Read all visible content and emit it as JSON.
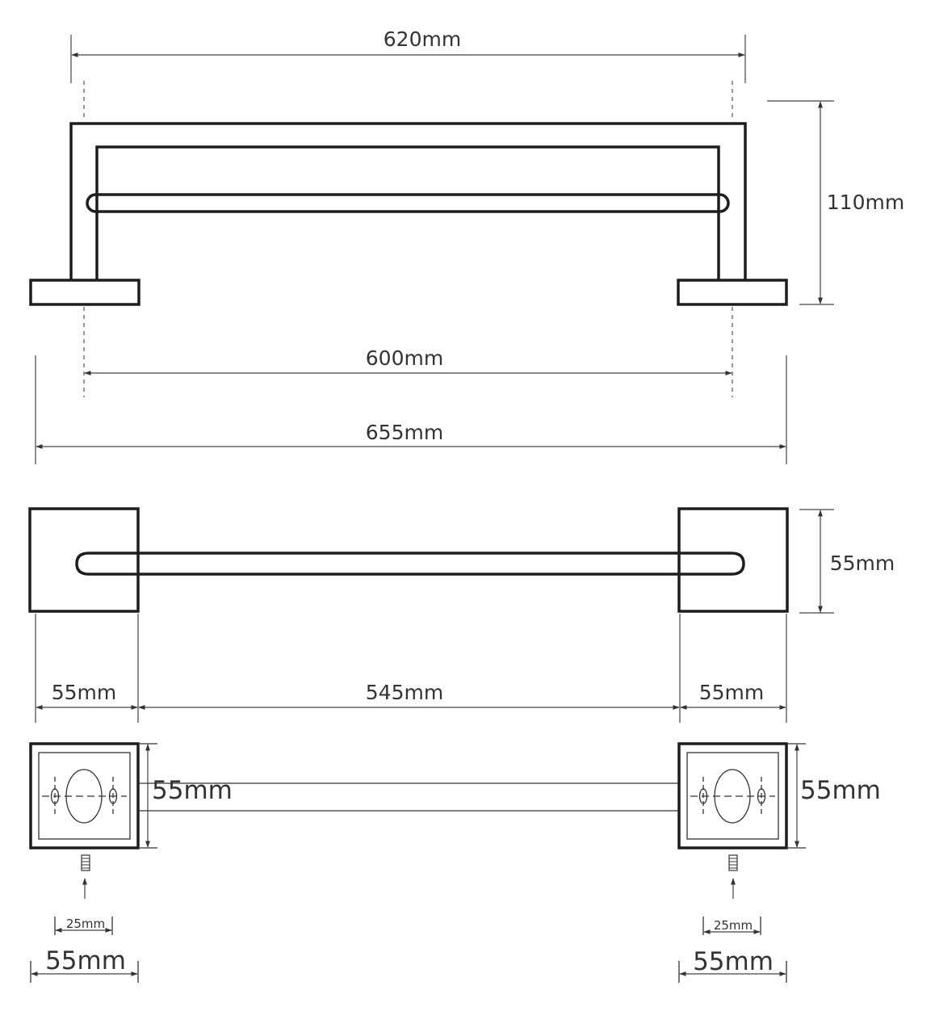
{
  "top_view": {
    "dim_overall_bar": "620mm",
    "dim_height": "110mm",
    "dim_centers": "600mm",
    "dim_total": "655mm"
  },
  "front_view": {
    "dim_plate_height": "55mm",
    "dim_left_plate": "55mm",
    "dim_span": "545mm",
    "dim_right_plate": "55mm"
  },
  "wall_view": {
    "left_plate_height": "55mm",
    "right_plate_height": "55mm",
    "left_screw_spacing": "25mm",
    "right_screw_spacing": "25mm",
    "left_plate_width": "55mm",
    "right_plate_width": "55mm"
  }
}
